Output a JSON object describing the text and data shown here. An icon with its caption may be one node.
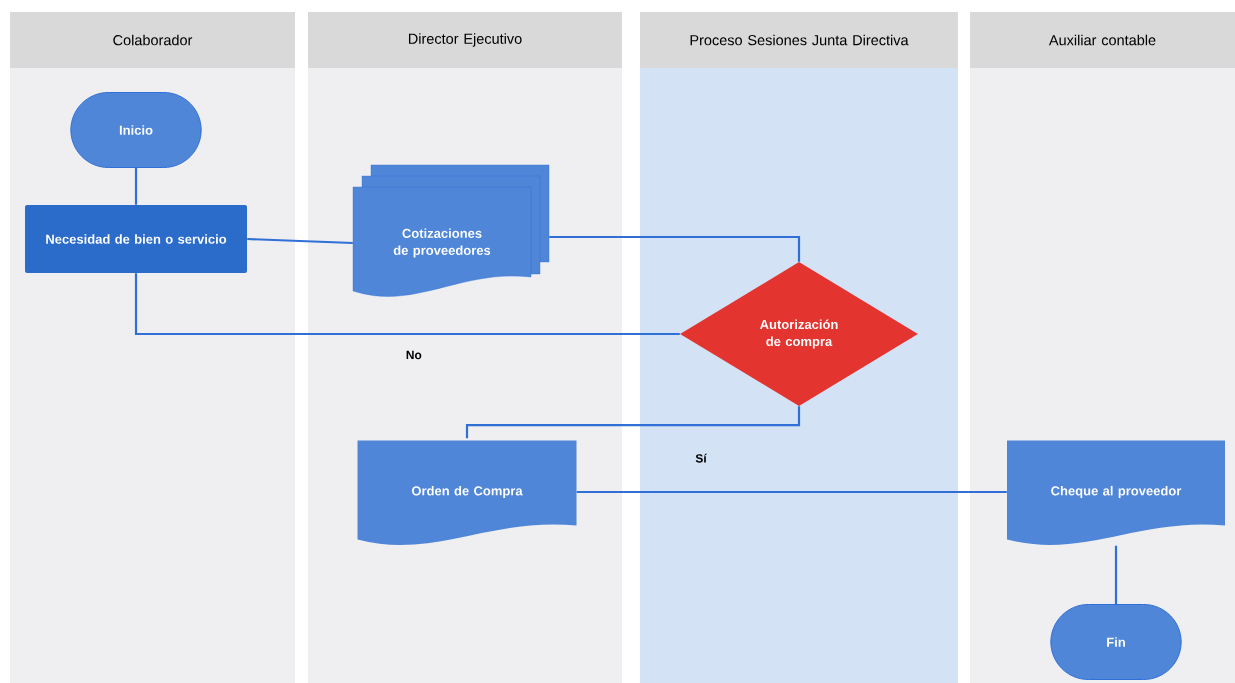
{
  "diagram": {
    "nodes": [
      {
        "text": [
          "Colaborador"
        ]
      },
      {
        "text": [
          "Director Ejecutivo"
        ]
      },
      {
        "text": [
          "Proceso Sesiones Junta Directiva"
        ]
      },
      {
        "text": [
          "Auxiliar contable"
        ]
      },
      {
        "text": [
          "Inicio"
        ],
        "in": 0
      },
      {
        "text": [
          "Necesidad de bien o servicio"
        ],
        "in": 0
      },
      {
        "text": [
          "Cotizaciones de proveedores"
        ],
        "in": 1
      },
      {
        "text": [
          "Autorización de compra"
        ],
        "in": 2
      },
      {
        "text": [
          "Orden de Compra"
        ],
        "in": 1
      },
      {
        "text": [
          "Cheque al proveedor"
        ],
        "in": 3
      },
      {
        "text": [
          "Fin"
        ],
        "in": 3
      }
    ],
    "edges": [
      {
        "from": 4,
        "to": 5,
        "arrow": "none"
      },
      {
        "from": 5,
        "to": 6,
        "arrow": "none"
      },
      {
        "from": 6,
        "to": 7,
        "arrow": "none"
      },
      {
        "from": 7,
        "to": 5,
        "arrow": "none",
        "label": "No"
      },
      {
        "from": 7,
        "to": 8,
        "arrow": "none",
        "label": "Sí"
      },
      {
        "from": 8,
        "to": 9,
        "arrow": "none"
      },
      {
        "from": 9,
        "to": 10,
        "arrow": "none"
      }
    ]
  }
}
